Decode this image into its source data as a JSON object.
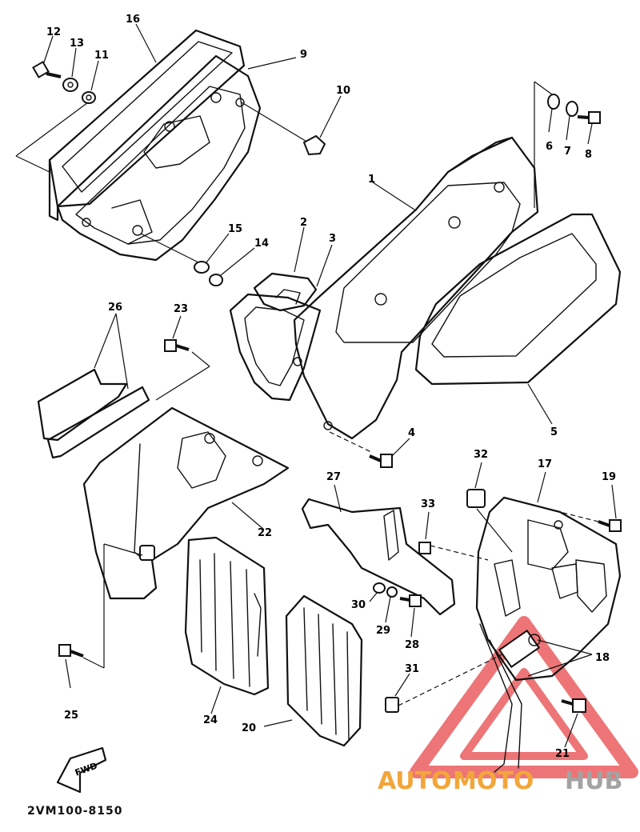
{
  "diagram": {
    "code": "2VM100-8150",
    "fwd_label": "FWD",
    "watermark": {
      "brand_auto": "AUTO",
      "brand_moto": "MOTO",
      "brand_hub": "HUB",
      "color_red": "#e8484a",
      "color_orange": "#f2a63a",
      "color_gray": "#a3a3a3"
    },
    "callouts": {
      "c1": "1",
      "c2": "2",
      "c3": "3",
      "c4": "4",
      "c5": "5",
      "c6": "6",
      "c7": "7",
      "c8": "8",
      "c9": "9",
      "c10": "10",
      "c11": "11",
      "c12": "12",
      "c13": "13",
      "c14": "14",
      "c15": "15",
      "c16": "16",
      "c17": "17",
      "c18": "18",
      "c19": "19",
      "c20": "20",
      "c21": "21",
      "c22": "22",
      "c23": "23",
      "c24": "24",
      "c25": "25",
      "c26": "26",
      "c27": "27",
      "c28": "28",
      "c29": "29",
      "c30": "30",
      "c31": "31",
      "c32": "32",
      "c33": "33"
    }
  }
}
